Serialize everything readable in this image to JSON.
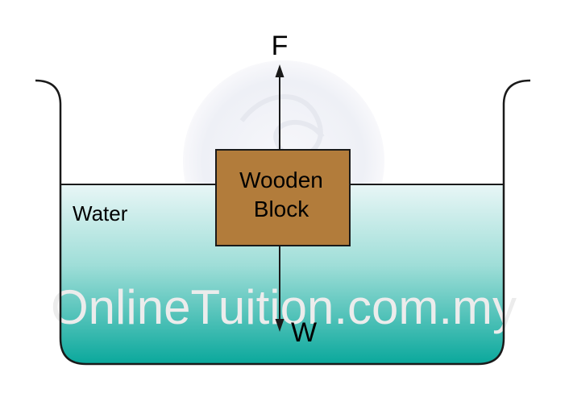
{
  "labels": {
    "force_up": "F",
    "force_down": "W",
    "water": "Water",
    "block_line1": "Wooden",
    "block_line2": "Block"
  },
  "watermark_text": "OnlineTuition.com.my",
  "colors": {
    "water_top": "#e8f6f6",
    "water_bottom": "#0aa89c",
    "block_fill": "#b27c3b",
    "outline": "#1a1a1a"
  }
}
